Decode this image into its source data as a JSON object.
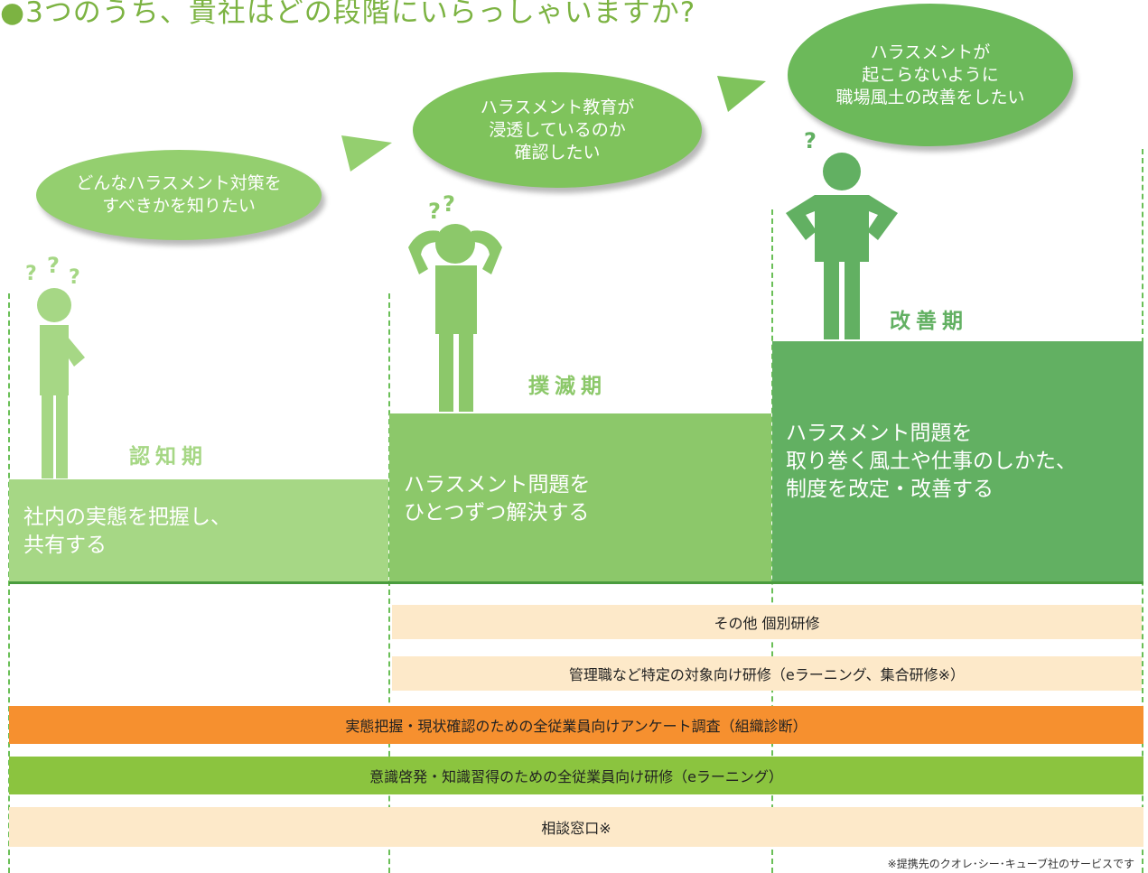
{
  "title": "3つのうち、貴社はどの段階にいらっしゃいますか?",
  "colors": {
    "phase1": "#a6d785",
    "phase2": "#8cc86a",
    "phase3": "#62b062",
    "bubble1": "#94cf6f",
    "bubble2": "#7fc35c",
    "bubble3": "#6cb95a",
    "cream": "#fde9c9",
    "orange": "#f6902f",
    "green": "#8bc43f"
  },
  "stages": [
    {
      "phase": "認知期",
      "question": "どんなハラスメント対策を\nすべきかを知りたい",
      "description": [
        "社内の実態を把握し、",
        "共有する"
      ]
    },
    {
      "phase": "撲滅期",
      "question": "ハラスメント教育が\n浸透しているのか\n確認したい",
      "description": [
        "ハラスメント問題を",
        "ひとつずつ解決する"
      ]
    },
    {
      "phase": "改善期",
      "question": "ハラスメントが\n起こらないように\n職場風土の改善をしたい",
      "description": [
        "ハラスメント問題を",
        "取り巻く風土や仕事のしかた、",
        "制度を改定・改善する"
      ]
    }
  ],
  "question_marks": [
    "?",
    "?",
    "?"
  ],
  "bars": [
    {
      "label": "その他 個別研修"
    },
    {
      "label": "管理職など特定の対象向け研修（eラーニング、集合研修※）"
    },
    {
      "label": "実態把握・現状確認のための全従業員向けアンケート調査（組織診断）"
    },
    {
      "label": "意識啓発・知識習得のための全従業員向け研修（eラーニング）"
    },
    {
      "label": "相談窓口※"
    }
  ],
  "footnote": "※提携先のクオレ･シー･キューブ社のサービスです"
}
